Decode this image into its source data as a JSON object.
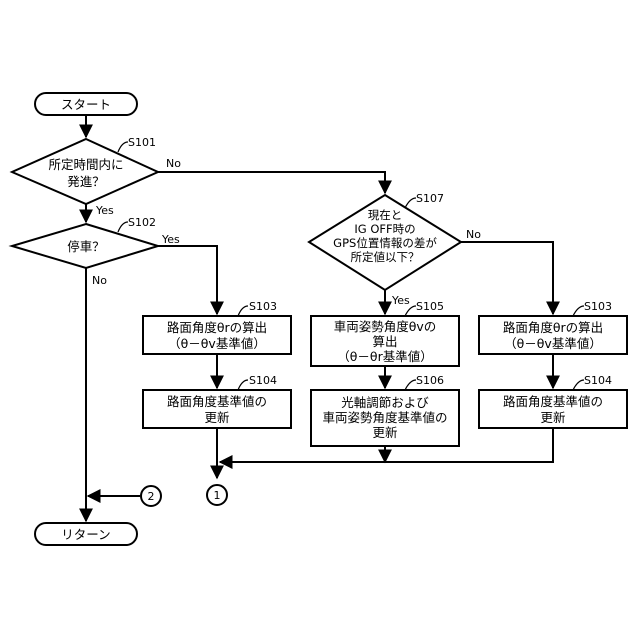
{
  "terminals": {
    "start": "スタート",
    "return": "リターン"
  },
  "decisions": {
    "s101": {
      "id": "S101",
      "lines": [
        "所定時間内に",
        "発進？"
      ]
    },
    "s102": {
      "id": "S102",
      "lines": [
        "停車？"
      ]
    },
    "s107": {
      "id": "S107",
      "lines": [
        "現在と",
        "IG OFF時の",
        "GPS位置情報の差が",
        "所定値以下？"
      ]
    }
  },
  "processes": {
    "s103_mid": {
      "id": "S103",
      "lines": [
        "路面角度θrの算出",
        "（θ－θv基準値）"
      ]
    },
    "s104_mid": {
      "id": "S104",
      "lines": [
        "路面角度基準値の",
        "更新"
      ]
    },
    "s105": {
      "id": "S105",
      "lines": [
        "車両姿勢角度θvの",
        "算出",
        "（θ－θr基準値）"
      ]
    },
    "s106": {
      "id": "S106",
      "lines": [
        "光軸調節および",
        "車両姿勢角度基準値の",
        "更新"
      ]
    },
    "s103_right": {
      "id": "S103",
      "lines": [
        "路面角度θrの算出",
        "（θ－θv基準値）"
      ]
    },
    "s104_right": {
      "id": "S104",
      "lines": [
        "路面角度基準値の",
        "更新"
      ]
    }
  },
  "branches": {
    "s101_yes": "Yes",
    "s101_no": "No",
    "s102_yes": "Yes",
    "s102_no": "No",
    "s107_yes": "Yes",
    "s107_no": "No"
  },
  "connectors": {
    "c1": "1",
    "c2": "2"
  }
}
